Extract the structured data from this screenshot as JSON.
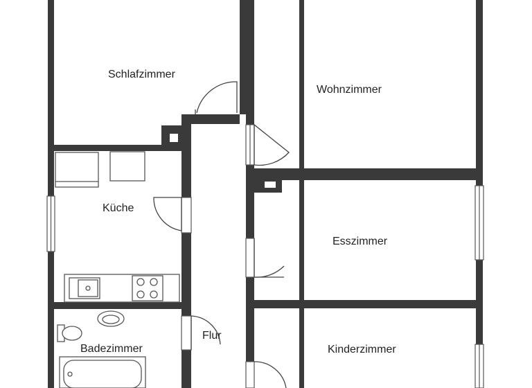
{
  "floorplan": {
    "rooms": {
      "schlafzimmer": "Schlafzimmer",
      "wohnzimmer": "Wohnzimmer",
      "kueche": "Küche",
      "esszimmer": "Esszimmer",
      "flur": "Flur",
      "badezimmer": "Badezimmer",
      "kinderzimmer": "Kinderzimmer"
    },
    "colors": {
      "wall": "#3a3a3a",
      "fixture_stroke": "#555555",
      "background": "#ffffff"
    }
  }
}
